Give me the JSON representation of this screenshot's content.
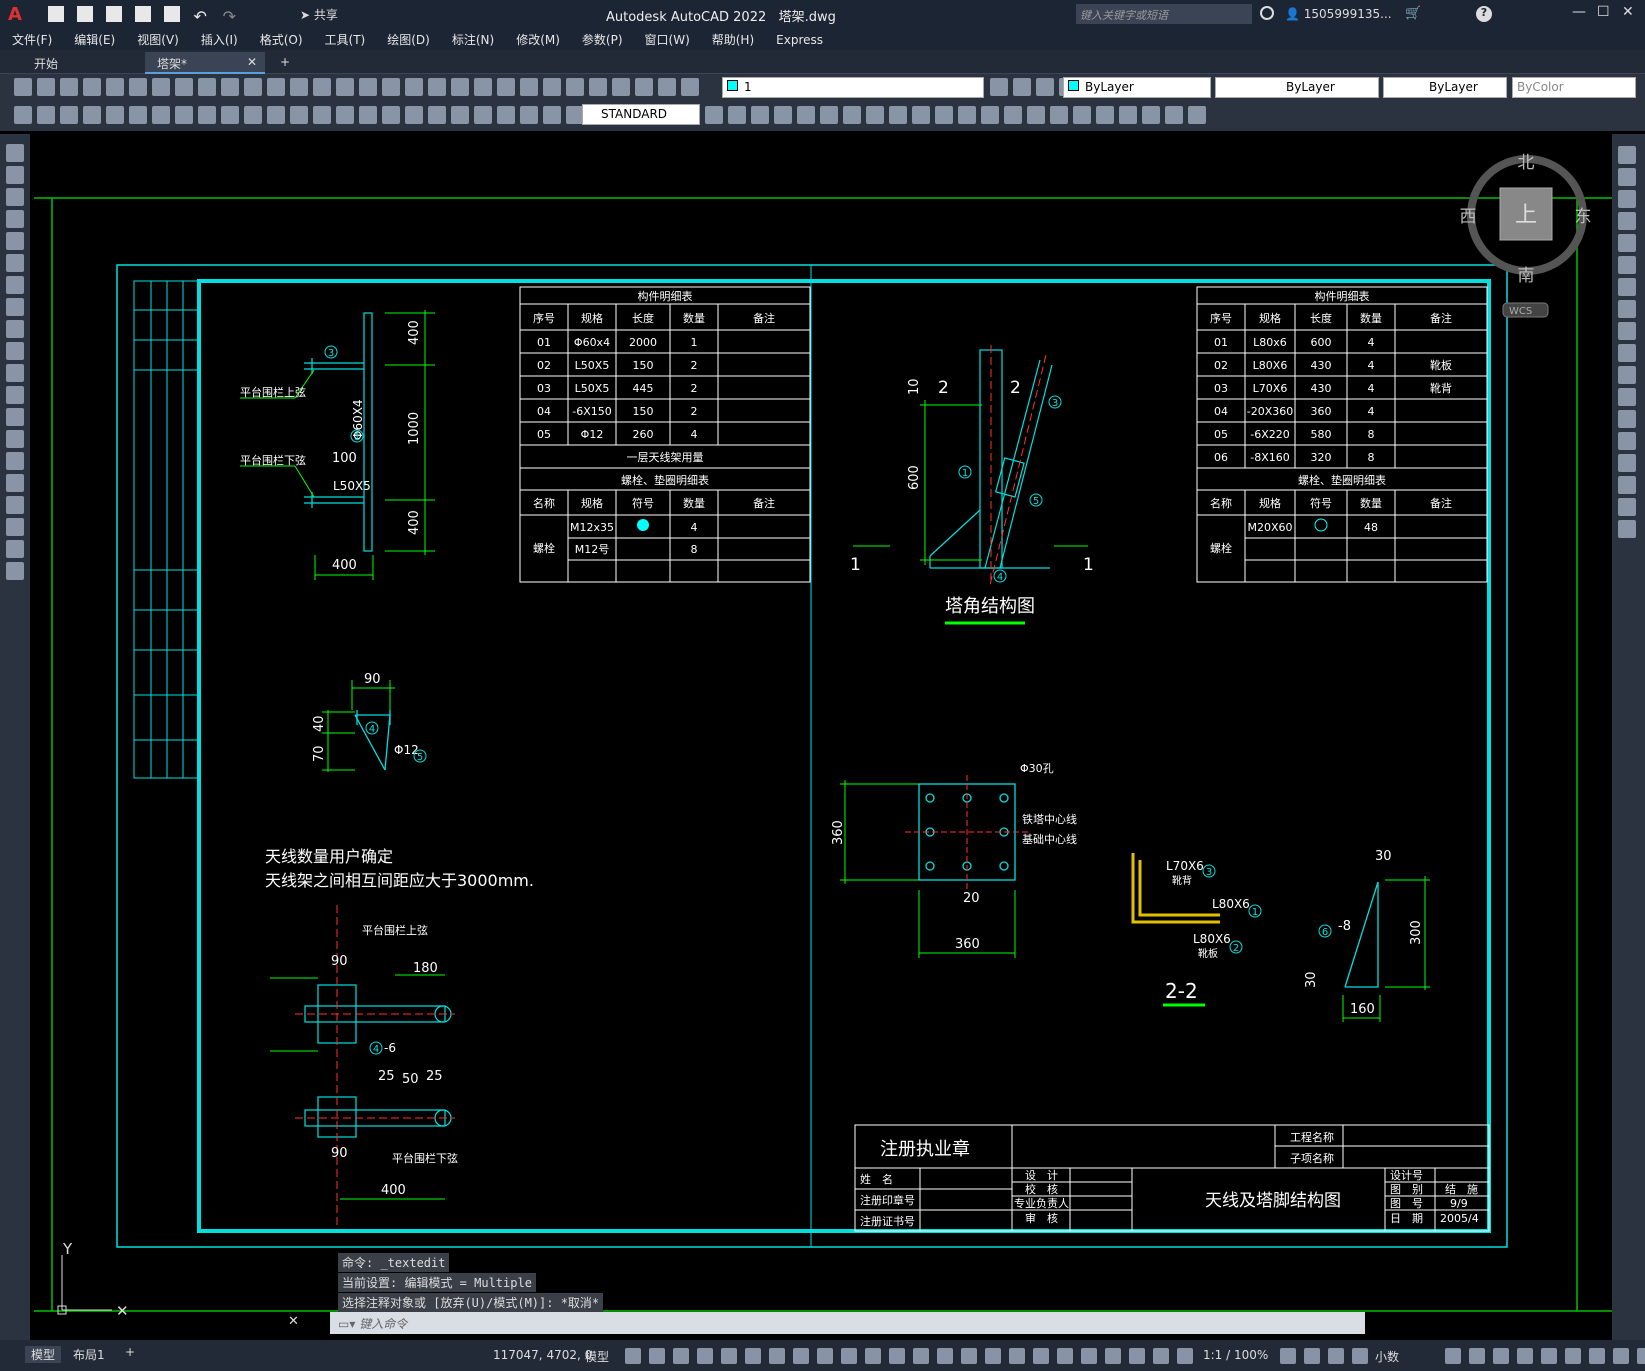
{
  "app": {
    "title": "Autodesk AutoCAD 2022",
    "file": "塔架.dwg",
    "search_placeholder": "键入关键字或短语",
    "user": "1505999135...",
    "share": "共享"
  },
  "menu": [
    "文件(F)",
    "编辑(E)",
    "视图(V)",
    "插入(I)",
    "格式(O)",
    "工具(T)",
    "绘图(D)",
    "标注(N)",
    "修改(M)",
    "参数(P)",
    "窗口(W)",
    "帮助(H)",
    "Express"
  ],
  "tabs": [
    {
      "label": "开始"
    },
    {
      "label": "塔架*"
    }
  ],
  "toolbar": {
    "layer": "1",
    "color": "ByLayer",
    "linetype": "ByLayer",
    "lineweight": "ByLayer",
    "plotstyle": "ByColor",
    "textstyle": "STANDARD"
  },
  "viewcube": {
    "north": "北",
    "south": "南",
    "east": "东",
    "west": "西",
    "top": "上",
    "wcs": "WCS"
  },
  "drawing": {
    "title_block": {
      "stamp": "注册执业章",
      "project_name": "工程名称",
      "sub_project": "子项名称",
      "drawing_title": "天线及塔脚结构图",
      "name": "姓　名",
      "stamp_no": "注册印章号",
      "cert_no": "注册证书号",
      "design": "设　计",
      "check": "校　核",
      "lead": "专业负责人",
      "review": "审　核",
      "design_no": "设计号",
      "category": "图　别",
      "category_val": "结　施",
      "sheet": "图　号",
      "sheet_val": "9/9",
      "date": "日　期",
      "date_val": "2005/4"
    },
    "table1": {
      "title": "构件明细表",
      "headers": [
        "序号",
        "规格",
        "长度",
        "数量",
        "备注"
      ],
      "rows": [
        [
          "01",
          "Φ60x4",
          "2000",
          "1",
          ""
        ],
        [
          "02",
          "L50X5",
          "150",
          "2",
          ""
        ],
        [
          "03",
          "L50X5",
          "445",
          "2",
          ""
        ],
        [
          "04",
          "-6X150",
          "150",
          "2",
          ""
        ],
        [
          "05",
          "Φ12",
          "260",
          "4",
          ""
        ]
      ],
      "usage": "一层天线架用量",
      "bolt_title": "螺栓、垫圈明细表",
      "bolt_headers": [
        "名称",
        "规格",
        "符号",
        "数量",
        "备注"
      ],
      "bolt_name": "螺栓",
      "bolt_rows": [
        [
          "M12x35",
          "",
          "4",
          ""
        ],
        [
          "M12号",
          "",
          "8",
          ""
        ]
      ]
    },
    "table2": {
      "title": "构件明细表",
      "headers": [
        "序号",
        "规格",
        "长度",
        "数量",
        "备注"
      ],
      "rows": [
        [
          "01",
          "L80x6",
          "600",
          "4",
          ""
        ],
        [
          "02",
          "L80X6",
          "430",
          "4",
          "靴板"
        ],
        [
          "03",
          "L70X6",
          "430",
          "4",
          "靴背"
        ],
        [
          "04",
          "-20X360",
          "360",
          "4",
          ""
        ],
        [
          "05",
          "-6X220",
          "580",
          "8",
          ""
        ],
        [
          "06",
          "-8X160",
          "320",
          "8",
          ""
        ]
      ],
      "bolt_title": "螺栓、垫圈明细表",
      "bolt_headers": [
        "名称",
        "规格",
        "符号",
        "数量",
        "备注"
      ],
      "bolt_name": "螺栓",
      "bolt_rows": [
        [
          "M20X60",
          "",
          "48",
          ""
        ]
      ]
    },
    "labels": {
      "tower_foot": "塔角结构图",
      "section": "2-2",
      "note1": "天线数量用户确定",
      "note2": "天线架之间相互间距应大于3000mm.",
      "upper_rail": "平台围栏上弦",
      "lower_rail": "平台围栏下弦",
      "pipe": "Φ60X4",
      "angle": "L50X5",
      "hole": "Φ30孔",
      "tower_center": "铁塔中心线",
      "base_center": "基础中心线",
      "l70": "L70X6",
      "l70_sub": "靴背",
      "l80a": "L80X6",
      "l80b": "L80X6",
      "l80b_sub": "靴板",
      "phi12": "Φ12",
      "m8": "-8",
      "m6": "-6"
    },
    "dims": {
      "d400a": "400",
      "d1000": "1000",
      "d400b": "400",
      "d400c": "400",
      "d100": "100",
      "d90": "90",
      "d40": "40",
      "d70": "70",
      "d10": "10",
      "d600": "600",
      "d2a": "2",
      "d2b": "2",
      "d1a": "1",
      "d1b": "1",
      "d360a": "360",
      "d360b": "360",
      "d20": "20",
      "d30a": "30",
      "d300": "300",
      "d160": "160",
      "d30b": "30",
      "d180": "180",
      "d25a": "25",
      "d50": "50",
      "d25b": "25"
    }
  },
  "commands": [
    "命令: _textedit",
    "当前设置: 编辑模式 = Multiple",
    "选择注释对象或 [放弃(U)/模式(M)]: *取消*"
  ],
  "cmd_placeholder": "键入命令",
  "status": {
    "coords": "117047, 4702, 0",
    "model": "模型",
    "scale": "1:1 / 100%",
    "units": "小数"
  },
  "layout_tabs": [
    "模型",
    "布局1"
  ]
}
